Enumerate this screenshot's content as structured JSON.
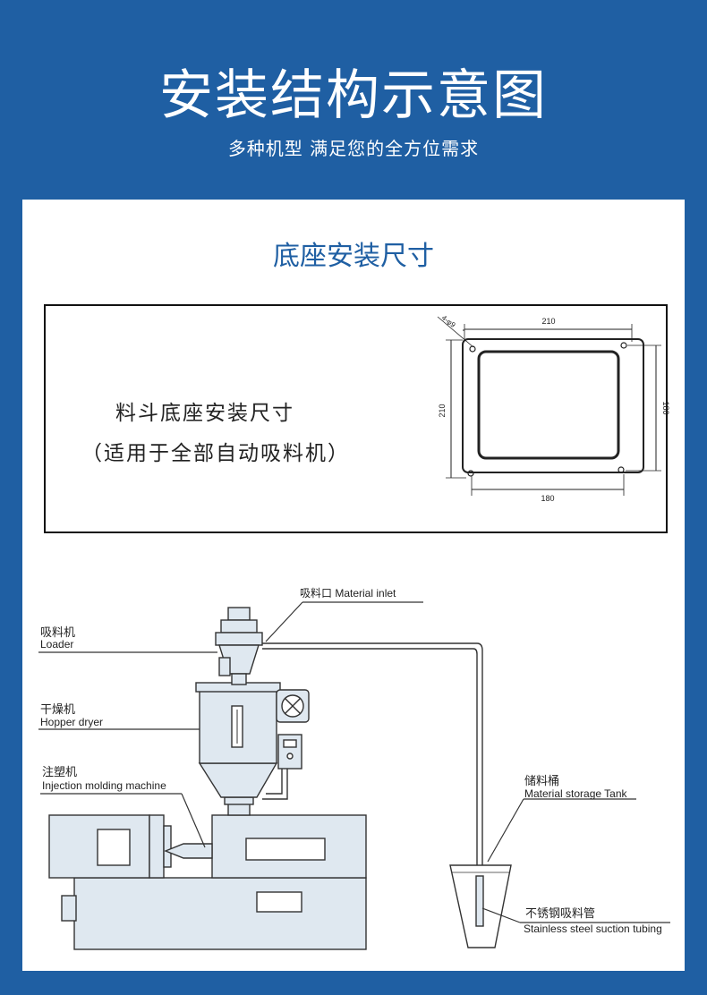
{
  "header": {
    "title": "安装结构示意图",
    "subtitle": "多种机型 满足您的全方位需求"
  },
  "base_section": {
    "title": "底座安装尺寸",
    "label_line1": "料斗底座安装尺寸",
    "label_line2": "（适用于全部自动吸料机）",
    "hole_spec": "4-φ9",
    "dim_top": "210",
    "dim_bottom": "180",
    "dim_left": "210",
    "dim_right": "180"
  },
  "assembly": {
    "material_inlet": "吸料口 Material inlet",
    "loader_cn": "吸料机",
    "loader_en": "Loader",
    "dryer_cn": "干燥机",
    "dryer_en": "Hopper dryer",
    "injection_cn": "注塑机",
    "injection_en": "Injection molding machine",
    "tank_cn": "储料桶",
    "tank_en": "Material storage Tank",
    "tubing_cn": "不锈钢吸料管",
    "tubing_en": "Stainless steel suction tubing"
  },
  "colors": {
    "brand_blue": "#1f5fa3",
    "machine_fill": "#dfe8f0",
    "panel_bg": "#ffffff"
  }
}
